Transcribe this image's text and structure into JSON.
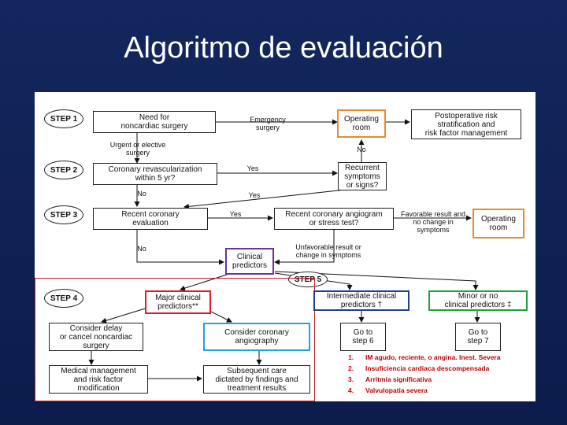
{
  "slide_title": "Algoritmo de evaluación",
  "steps": {
    "s1": "STEP 1",
    "s2": "STEP 2",
    "s3": "STEP 3",
    "s4": "STEP 4",
    "s5": "STEP 5"
  },
  "boxes": {
    "need_surgery": "Need for\nnoncardiac surgery",
    "operating_room_1": "Operating\nroom",
    "postop_risk": "Postoperative risk\nstratification and\nrisk factor management",
    "coronary_revasc": "Coronary revascularization\nwithin 5 yr?",
    "recurrent_symptoms": "Recurrent\nsymptoms\nor signs?",
    "recent_eval": "Recent coronary\nevaluation",
    "recent_angio": "Recent coronary angiogram\nor stress test?",
    "operating_room_2": "Operating\nroom",
    "clinical_predictors": "Clinical\npredictors",
    "major_predictors": "Major clinical\npredictors**",
    "intermediate_predictors": "Intermediate clinical\npredictors †",
    "minor_predictors": "Minor or no\nclinical predictors ‡",
    "consider_delay": "Consider delay\nor cancel noncardiac\nsurgery",
    "consider_angiography": "Consider coronary\nangiography",
    "goto_step6": "Go to\nstep 6",
    "goto_step7": "Go to\nstep 7",
    "medical_mgmt": "Medical management\nand risk factor\nmodification",
    "subsequent_care": "Subsequent care\ndictated by findings and\ntreatment results"
  },
  "labels": {
    "emergency": "Emergency\nsurgery",
    "urgent": "Urgent or elective\nsurgery",
    "no_1": "No",
    "yes_1": "Yes",
    "no_2": "No",
    "yes_2": "Yes",
    "yes_3": "Yes",
    "favorable": "Favorable result and\nno change in\nsymptoms",
    "no_3": "No",
    "unfavorable": "Unfavorable result or\nchange in symptoms"
  },
  "notes": [
    {
      "num": "1.",
      "text": "IM agudo, reciente, o angina. Inest. Severa"
    },
    {
      "num": "2.",
      "text": "Insuficiencia cardiaca descompensada"
    },
    {
      "num": "3.",
      "text": "Arritmia significativa"
    },
    {
      "num": "4.",
      "text": "Valvulopatia severa"
    }
  ],
  "colors": {
    "background": "#0e1f50",
    "operating_room_border": "#e98a2e",
    "clinical_predictors_border": "#7030a0",
    "major_border": "#e01b24",
    "intermediate_border": "#1f3f8f",
    "minor_border": "#1aa53a",
    "angiography_border": "#1fa4dc",
    "notes_text": "#c00000"
  }
}
